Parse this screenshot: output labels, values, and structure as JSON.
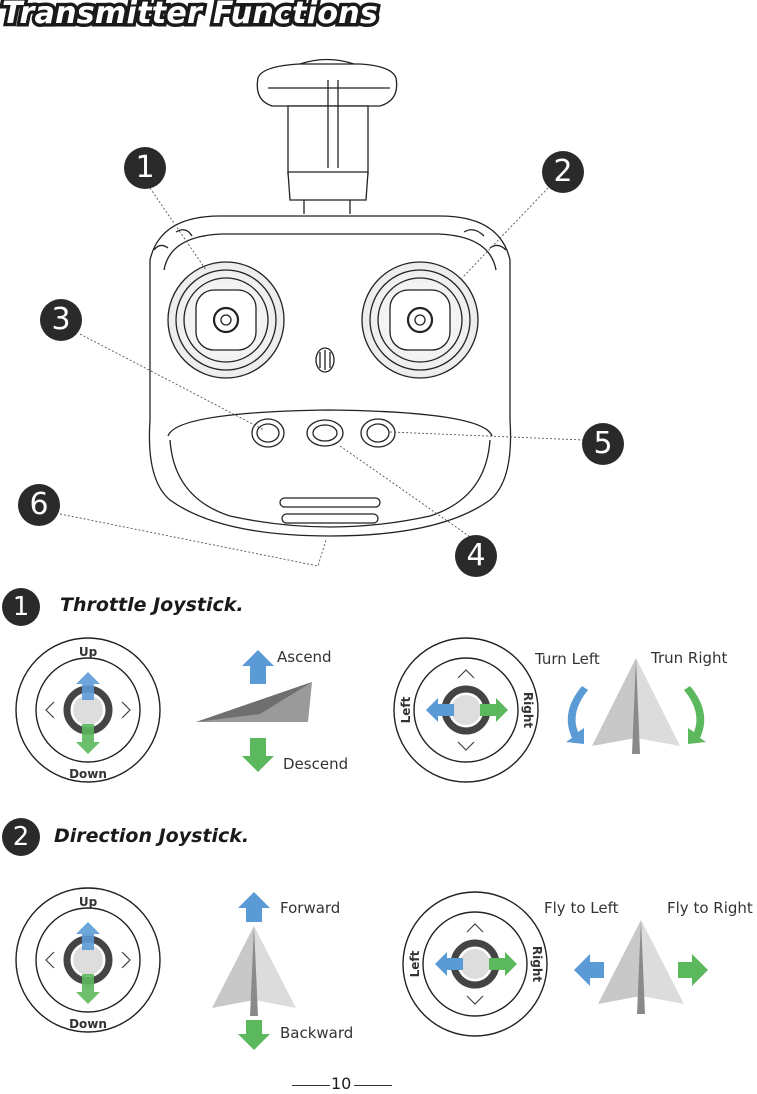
{
  "header": {
    "title": "Transmitter Functions"
  },
  "callouts": [
    "1",
    "2",
    "3",
    "4",
    "5",
    "6"
  ],
  "section1": {
    "number": "1",
    "heading": "Throttle Joystick.",
    "joystick_up": "Up",
    "joystick_down": "Down",
    "ascend": "Ascend",
    "descend": "Descend",
    "joystick_left": "Left",
    "joystick_right": "Right",
    "turn_left": "Turn Left",
    "turn_right": "Trun Right"
  },
  "section2": {
    "number": "2",
    "heading": "Direction Joystick.",
    "joystick_up": "Up",
    "joystick_down": "Down",
    "forward": "Forward",
    "backward": "Backward",
    "joystick_left": "Left",
    "joystick_right": "Right",
    "fly_left": "Fly to Left",
    "fly_right": "Fly to Right"
  },
  "footer": {
    "page_number": "10"
  },
  "colors": {
    "up_arrow": "#5b9bd5",
    "down_arrow": "#5cb85c",
    "dark": "#2a2a2a"
  }
}
